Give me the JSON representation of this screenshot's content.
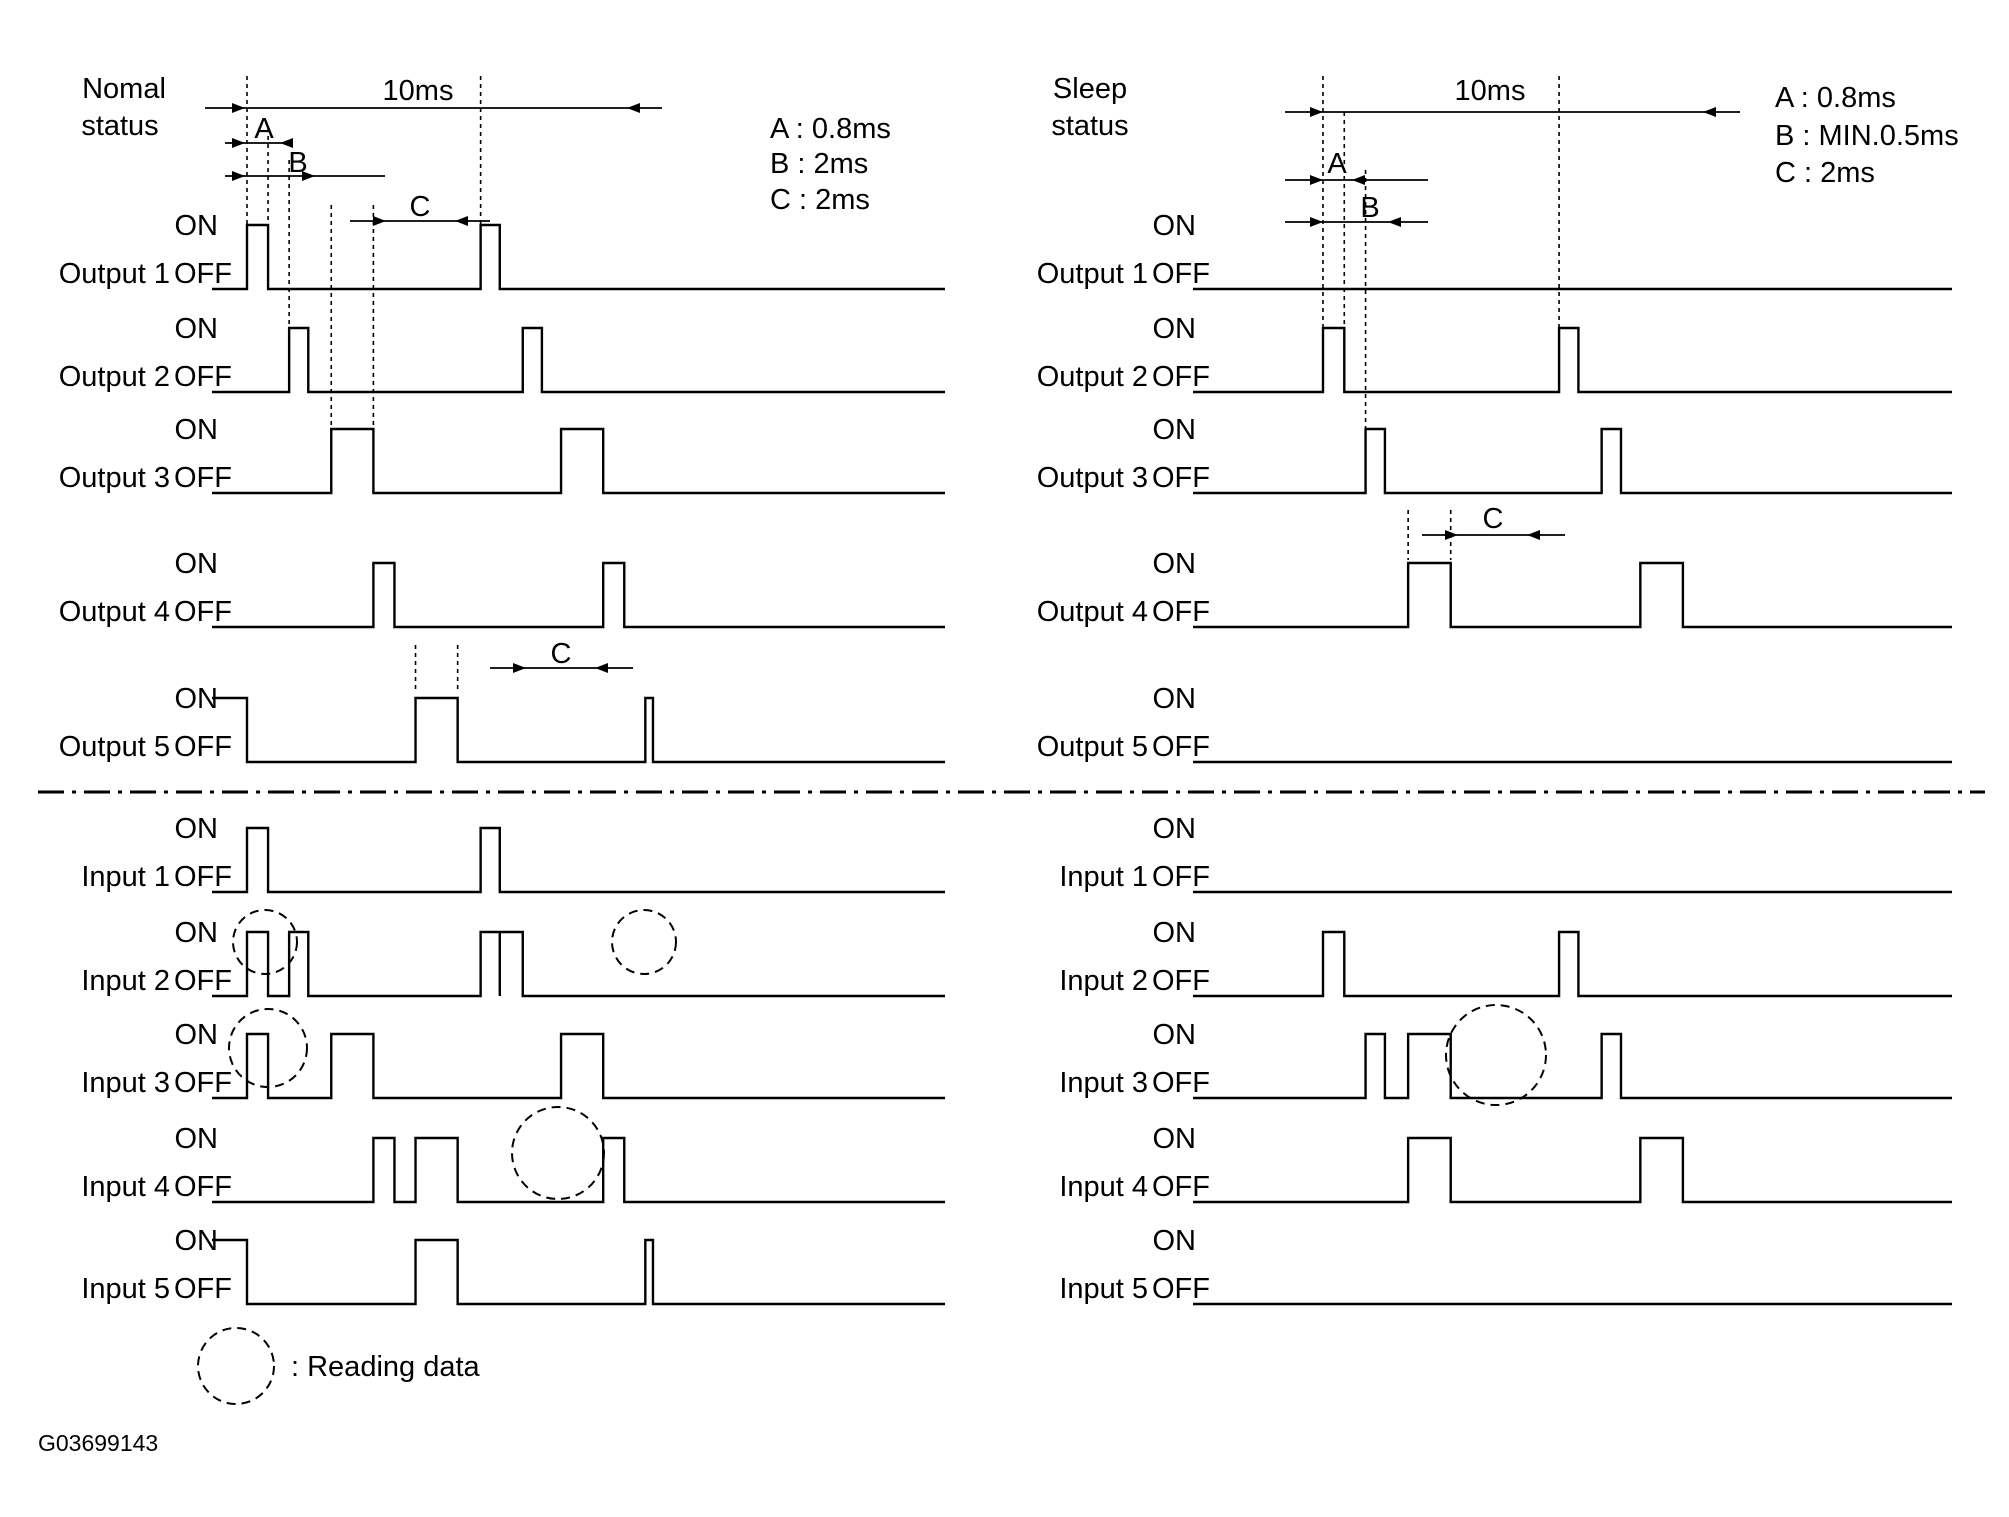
{
  "normal": {
    "title": [
      "Nomal",
      "status"
    ],
    "period": "10ms",
    "specs": [
      "A : 0.8ms",
      "B : 2ms",
      "C : 2ms"
    ],
    "dims": {
      "a": "A",
      "b": "B",
      "c3": "C",
      "c5": "C"
    }
  },
  "sleep": {
    "title": [
      "Sleep",
      "status"
    ],
    "period": "10ms",
    "specs": [
      "A : 0.8ms",
      "B : MIN.0.5ms",
      "C : 2ms"
    ],
    "dims": {
      "a": "A",
      "b": "B",
      "c4": "C"
    }
  },
  "on_label": "ON",
  "off_label": "OFF",
  "legend_label": ": Reading data",
  "image_code": "G03699143",
  "signals": {
    "normal": [
      {
        "name": "Output 1",
        "pulses": [
          [
            0,
            0.55
          ],
          [
            6.1,
            6.6
          ]
        ]
      },
      {
        "name": "Output 2",
        "pulses": [
          [
            1.1,
            1.6
          ],
          [
            7.2,
            7.7
          ]
        ]
      },
      {
        "name": "Output 3",
        "pulses": [
          [
            2.2,
            3.3
          ],
          [
            8.2,
            9.3
          ]
        ]
      },
      {
        "name": "Output 4",
        "pulses": [
          [
            3.3,
            3.85
          ],
          [
            9.3,
            9.85
          ]
        ]
      },
      {
        "name": "Output 5",
        "start_high": true,
        "pulses": [
          [
            4.4,
            5.5
          ],
          [
            10.4,
            10.6
          ]
        ]
      },
      {
        "name": "Input 1",
        "pulses": [
          [
            0,
            0.55
          ],
          [
            6.1,
            6.6
          ]
        ]
      },
      {
        "name": "Input 2",
        "pulses": [
          [
            0,
            0.55
          ],
          [
            1.1,
            1.6
          ],
          [
            6.1,
            6.6
          ],
          [
            6.6,
            7.2
          ]
        ]
      },
      {
        "name": "Input 3",
        "pulses": [
          [
            0,
            0.55
          ],
          [
            2.2,
            3.3
          ],
          [
            8.2,
            9.3
          ]
        ]
      },
      {
        "name": "Input 4",
        "pulses": [
          [
            3.3,
            3.85
          ],
          [
            4.4,
            5.5
          ],
          [
            9.3,
            9.85
          ]
        ]
      },
      {
        "name": "Input 5",
        "start_high": true,
        "pulses": [
          [
            4.4,
            5.5
          ],
          [
            10.4,
            10.6
          ]
        ]
      }
    ],
    "sleep": [
      {
        "name": "Output 1",
        "pulses": []
      },
      {
        "name": "Output 2",
        "pulses": [
          [
            0,
            0.55
          ],
          [
            6.1,
            6.6
          ]
        ]
      },
      {
        "name": "Output 3",
        "pulses": [
          [
            1.1,
            1.6
          ],
          [
            7.2,
            7.7
          ]
        ]
      },
      {
        "name": "Output 4",
        "pulses": [
          [
            2.2,
            3.3
          ],
          [
            8.2,
            9.3
          ]
        ]
      },
      {
        "name": "Output 5",
        "pulses": []
      },
      {
        "name": "Input 1",
        "pulses": []
      },
      {
        "name": "Input 2",
        "pulses": [
          [
            0,
            0.55
          ],
          [
            6.1,
            6.6
          ]
        ]
      },
      {
        "name": "Input 3",
        "pulses": [
          [
            1.1,
            1.6
          ],
          [
            2.2,
            3.3
          ],
          [
            7.2,
            7.7
          ]
        ]
      },
      {
        "name": "Input 4",
        "pulses": [
          [
            2.2,
            3.3
          ],
          [
            8.2,
            9.3
          ]
        ]
      },
      {
        "name": "Input 5",
        "pulses": []
      }
    ]
  }
}
